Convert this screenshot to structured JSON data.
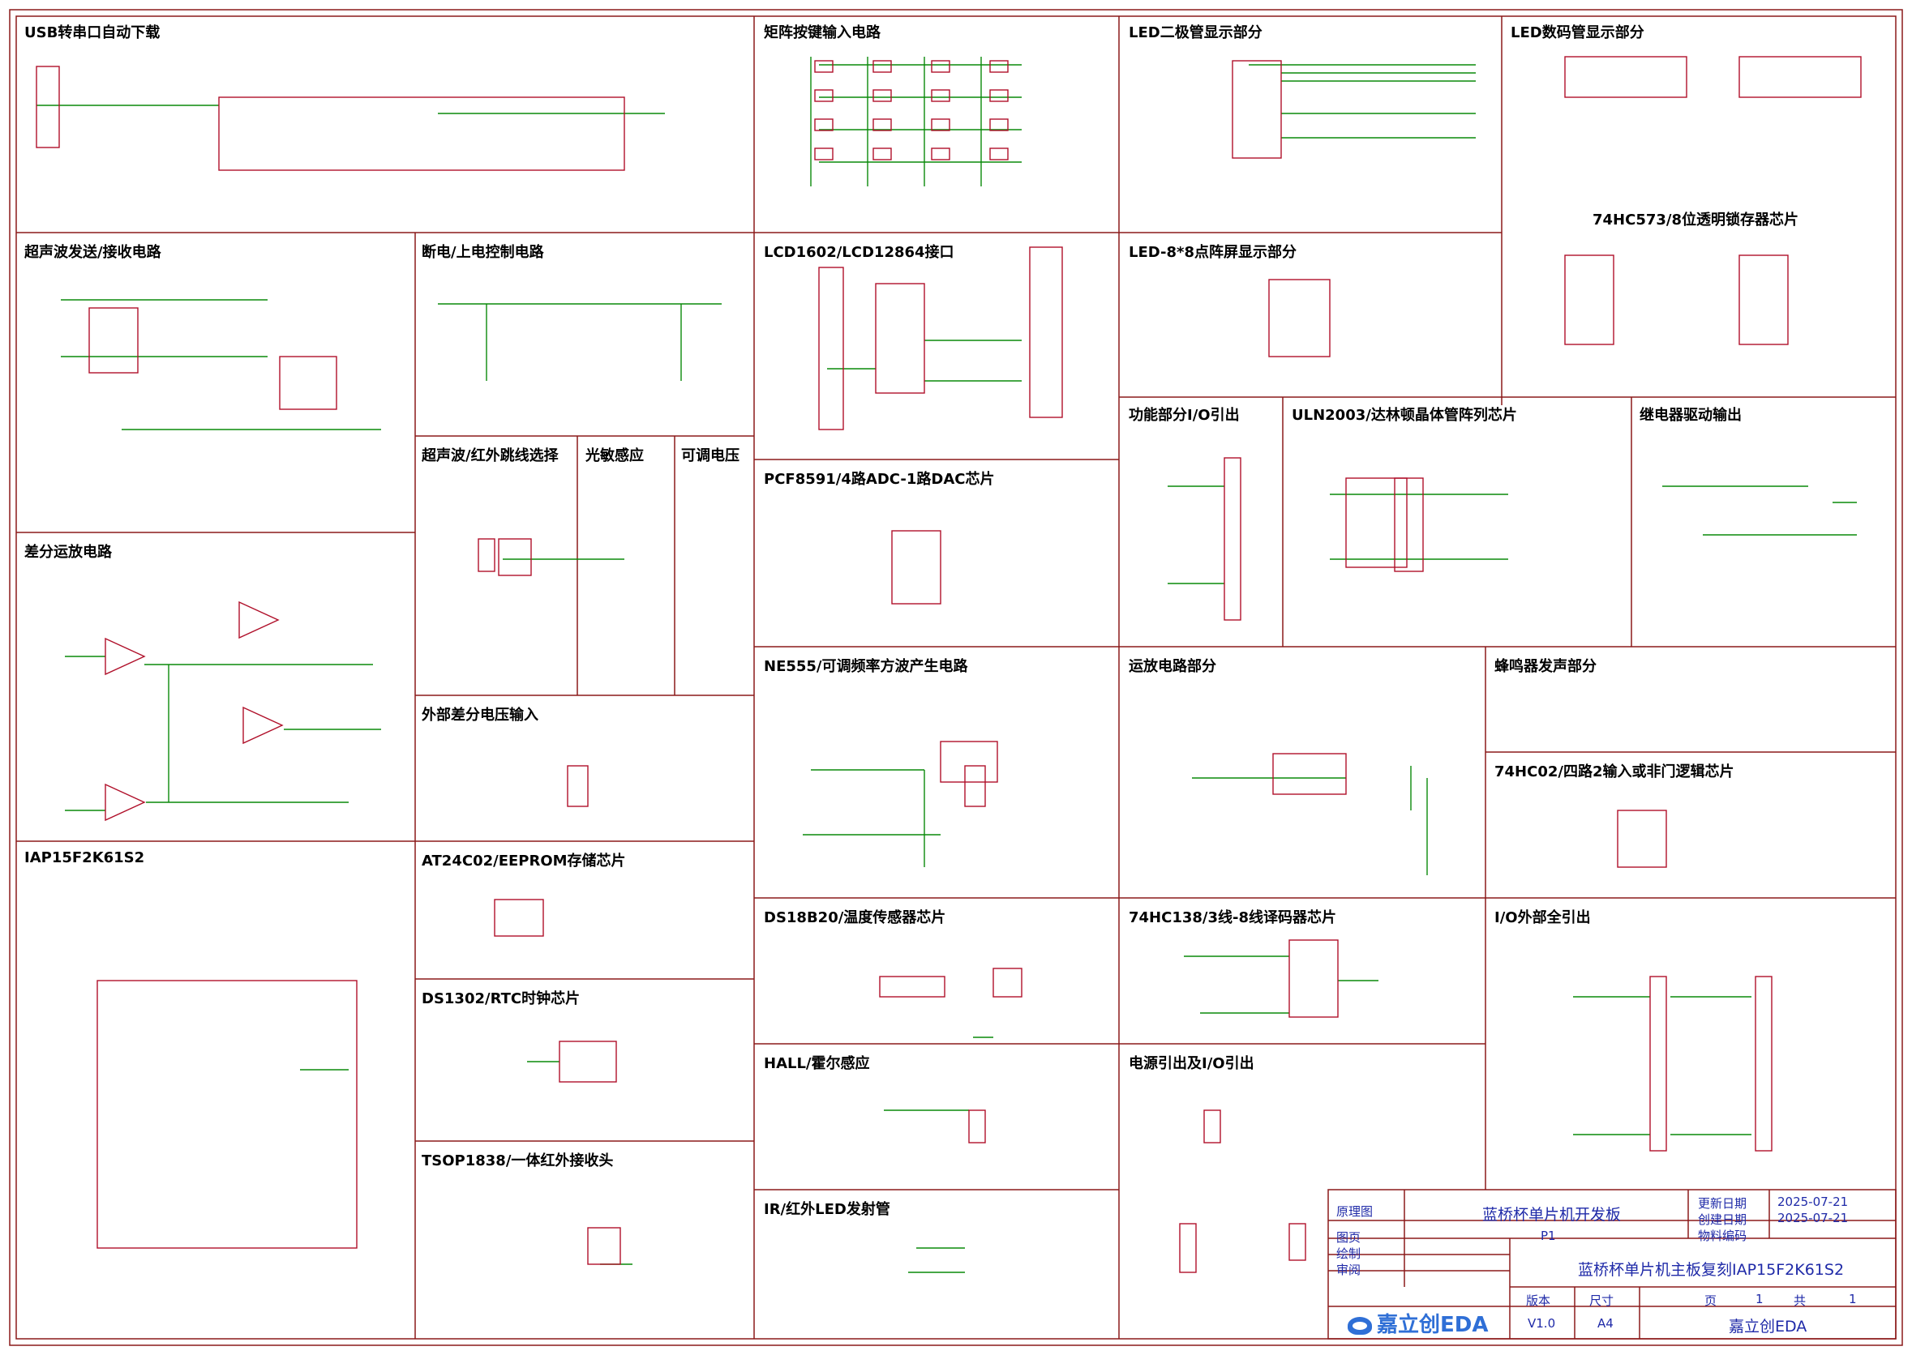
{
  "sections": [
    {
      "id": "usb",
      "title": "USB转串口自动下载"
    },
    {
      "id": "matrix",
      "title": "矩阵按键输入电路"
    },
    {
      "id": "led",
      "title": "LED二极管显示部分"
    },
    {
      "id": "seg",
      "title": "LED数码管显示部分"
    },
    {
      "id": "ultra",
      "title": "超声波发送/接收电路"
    },
    {
      "id": "power",
      "title": "断电/上电控制电路"
    },
    {
      "id": "lcd",
      "title": "LCD1602/LCD12864接口"
    },
    {
      "id": "dot",
      "title": "LED-8*8点阵屏显示部分"
    },
    {
      "id": "hc573",
      "title": "74HC573/8位透明锁存器芯片"
    },
    {
      "id": "io",
      "title": "功能部分I/O引出"
    },
    {
      "id": "uln",
      "title": "ULN2003/达林顿晶体管阵列芯片"
    },
    {
      "id": "relay",
      "title": "继电器驱动输出"
    },
    {
      "id": "jumper",
      "title": "超声波/红外跳线选择"
    },
    {
      "id": "light",
      "title": "光敏感应"
    },
    {
      "id": "pot",
      "title": "可调电压"
    },
    {
      "id": "pcf",
      "title": "PCF8591/4路ADC-1路DAC芯片"
    },
    {
      "id": "diff",
      "title": "差分运放电路"
    },
    {
      "id": "ext",
      "title": "外部差分电压输入"
    },
    {
      "id": "ne555",
      "title": "NE555/可调频率方波产生电路"
    },
    {
      "id": "amp",
      "title": "运放电路部分"
    },
    {
      "id": "buzz",
      "title": "蜂鸣器发声部分"
    },
    {
      "id": "hc02",
      "title": "74HC02/四路2输入或非门逻辑芯片"
    },
    {
      "id": "mcu",
      "title": "IAP15F2K61S2"
    },
    {
      "id": "at24",
      "title": "AT24C02/EEPROM存储芯片"
    },
    {
      "id": "ds18",
      "title": "DS18B20/温度传感器芯片"
    },
    {
      "id": "hc138",
      "title": "74HC138/3线-8线译码器芯片"
    },
    {
      "id": "ioall",
      "title": "I/O外部全引出"
    },
    {
      "id": "ds1302",
      "title": "DS1302/RTC时钟芯片"
    },
    {
      "id": "hall",
      "title": "HALL/霍尔感应"
    },
    {
      "id": "pwr",
      "title": "电源引出及I/O引出"
    },
    {
      "id": "tsop",
      "title": "TSOP1838/一体红外接收头"
    },
    {
      "id": "ir",
      "title": "IR/红外LED发射管"
    }
  ],
  "title_block": {
    "schematic_label": "原理图",
    "board_name": "蓝桥杯单片机开发板",
    "update_label": "更新日期",
    "update_date": "2025-07-21",
    "create_label": "创建日期",
    "create_date": "2025-07-21",
    "page_label": "图页",
    "page": "P1",
    "part_label": "物料编码",
    "draw_label": "绘制",
    "review_label": "审阅",
    "design_title": "蓝桥杯单片机主板复刻IAP15F2K61S2",
    "version_label": "版本",
    "size_label": "尺寸",
    "page_no_label": "页",
    "total_label": "共",
    "version": "V1.0",
    "size": "A4",
    "page_no": "1",
    "total": "1",
    "brand": "嘉立创EDA",
    "logo_text": "嘉立创EDA"
  },
  "colors": {
    "frame": "#8b1a1a",
    "wire": "#0a8a0a",
    "part": "#b0102a",
    "label": "#1f2aa8",
    "text": "#000000"
  }
}
